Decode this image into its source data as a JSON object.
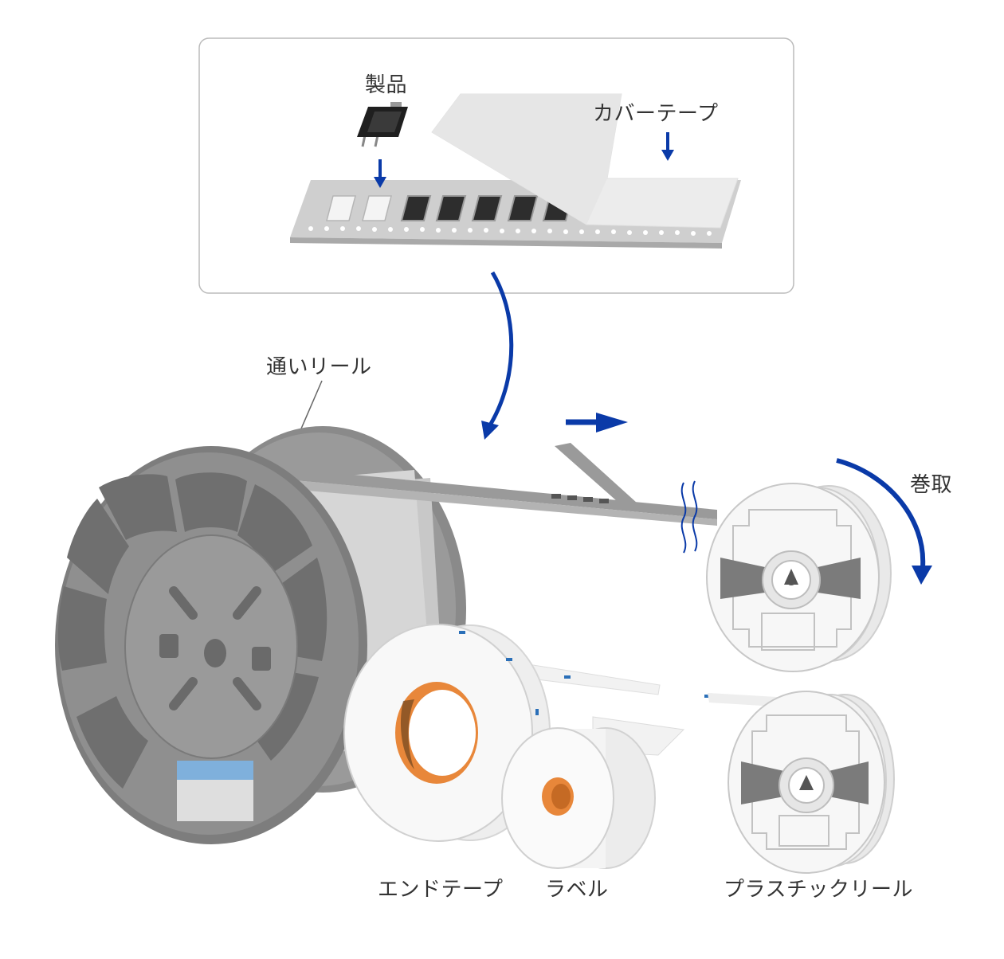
{
  "labels": {
    "product": "製品",
    "cover_tape": "カバーテープ",
    "through_reel": "通いリール",
    "winding": "巻取",
    "end_tape": "エンドテープ",
    "label": "ラベル",
    "plastic_reel": "プラスチックリール"
  },
  "colors": {
    "arrow_blue": "#0a3aa8",
    "reel_gray": "#8c8c8c",
    "orange": "#e8873a",
    "label_blue": "#7fb0dc",
    "panel_border": "#bbbbbb"
  }
}
